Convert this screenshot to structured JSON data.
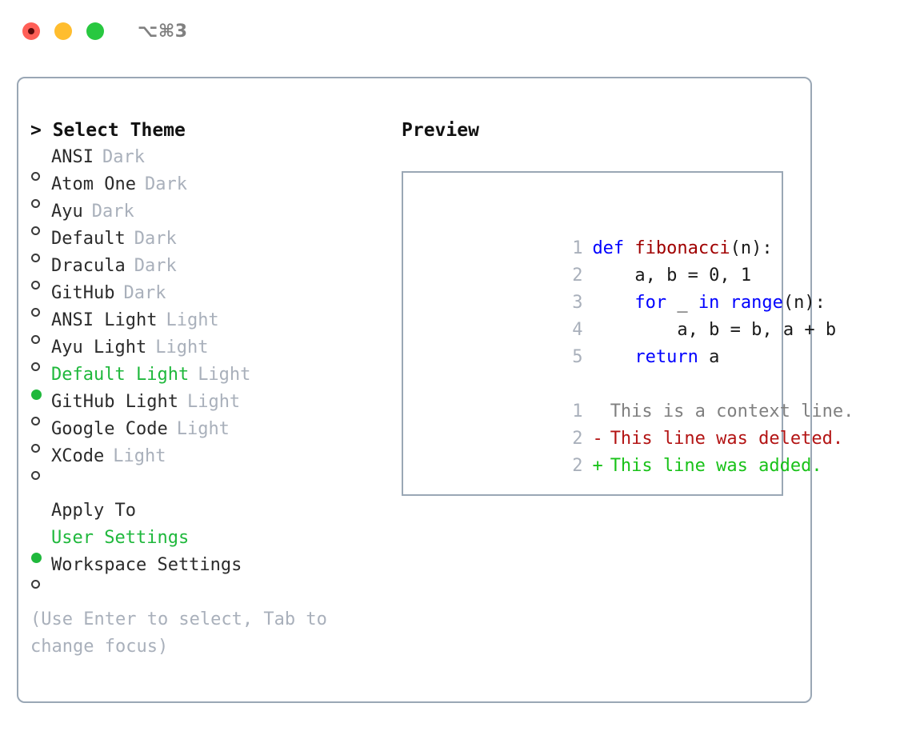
{
  "titlebar": {
    "shortcut": "⌥⌘3",
    "lights": [
      {
        "name": "close",
        "color": "#ff5f57"
      },
      {
        "name": "minimize",
        "color": "#ffbd2e"
      },
      {
        "name": "zoom",
        "color": "#28c840"
      }
    ]
  },
  "theme_panel": {
    "title": "> Select Theme",
    "items": [
      {
        "label": "ANSI",
        "mode": "Dark",
        "selected": false
      },
      {
        "label": "Atom One",
        "mode": "Dark",
        "selected": false
      },
      {
        "label": "Ayu",
        "mode": "Dark",
        "selected": false
      },
      {
        "label": "Default",
        "mode": "Dark",
        "selected": false
      },
      {
        "label": "Dracula",
        "mode": "Dark",
        "selected": false
      },
      {
        "label": "GitHub",
        "mode": "Dark",
        "selected": false
      },
      {
        "label": "ANSI Light",
        "mode": "Light",
        "selected": false
      },
      {
        "label": "Ayu Light",
        "mode": "Light",
        "selected": false
      },
      {
        "label": "Default Light",
        "mode": "Light",
        "selected": true
      },
      {
        "label": "GitHub Light",
        "mode": "Light",
        "selected": false
      },
      {
        "label": "Google Code",
        "mode": "Light",
        "selected": false
      },
      {
        "label": "XCode",
        "mode": "Light",
        "selected": false
      }
    ],
    "apply_to": {
      "title": "Apply To",
      "options": [
        {
          "label": "User Settings",
          "selected": true
        },
        {
          "label": "Workspace Settings",
          "selected": false
        }
      ]
    },
    "hint": "(Use Enter to select, Tab to change focus)",
    "bullet_selected": "●",
    "bullet_unselected": "○"
  },
  "preview": {
    "title": "Preview",
    "code_lines": [
      {
        "number": "1",
        "tokens": [
          {
            "text": "def ",
            "type": "keyword"
          },
          {
            "text": "fibonacci",
            "type": "function"
          },
          {
            "text": "(n):",
            "type": "plain"
          }
        ]
      },
      {
        "number": "2",
        "tokens": [
          {
            "text": "    a, b = 0, 1",
            "type": "plain"
          }
        ]
      },
      {
        "number": "3",
        "tokens": [
          {
            "text": "    ",
            "type": "plain"
          },
          {
            "text": "for",
            "type": "keyword"
          },
          {
            "text": " _ ",
            "type": "plain"
          },
          {
            "text": "in",
            "type": "keyword"
          },
          {
            "text": " ",
            "type": "plain"
          },
          {
            "text": "range",
            "type": "keyword"
          },
          {
            "text": "(n):",
            "type": "plain"
          }
        ]
      },
      {
        "number": "4",
        "tokens": [
          {
            "text": "        a, b = b, a + b",
            "type": "plain"
          }
        ]
      },
      {
        "number": "5",
        "tokens": [
          {
            "text": "    ",
            "type": "plain"
          },
          {
            "text": "return",
            "type": "keyword"
          },
          {
            "text": " a",
            "type": "plain"
          }
        ]
      }
    ],
    "diff_lines": [
      {
        "number": "1",
        "marker": " ",
        "text": "This is a context line.",
        "type": "context"
      },
      {
        "number": "2",
        "marker": "-",
        "text": "This line was deleted.",
        "type": "deletion"
      },
      {
        "number": "2",
        "marker": "+",
        "text": "This line was added.",
        "type": "addition"
      }
    ]
  },
  "colors": {
    "accent_green": "#1fb83c",
    "muted_gray": "#a9b0bb",
    "border": "#9aa7b5",
    "keyword_blue": "#0000ff",
    "function_red": "#a00000",
    "diff_delete": "#b31414",
    "diff_add": "#19c219",
    "diff_context": "#808080"
  }
}
